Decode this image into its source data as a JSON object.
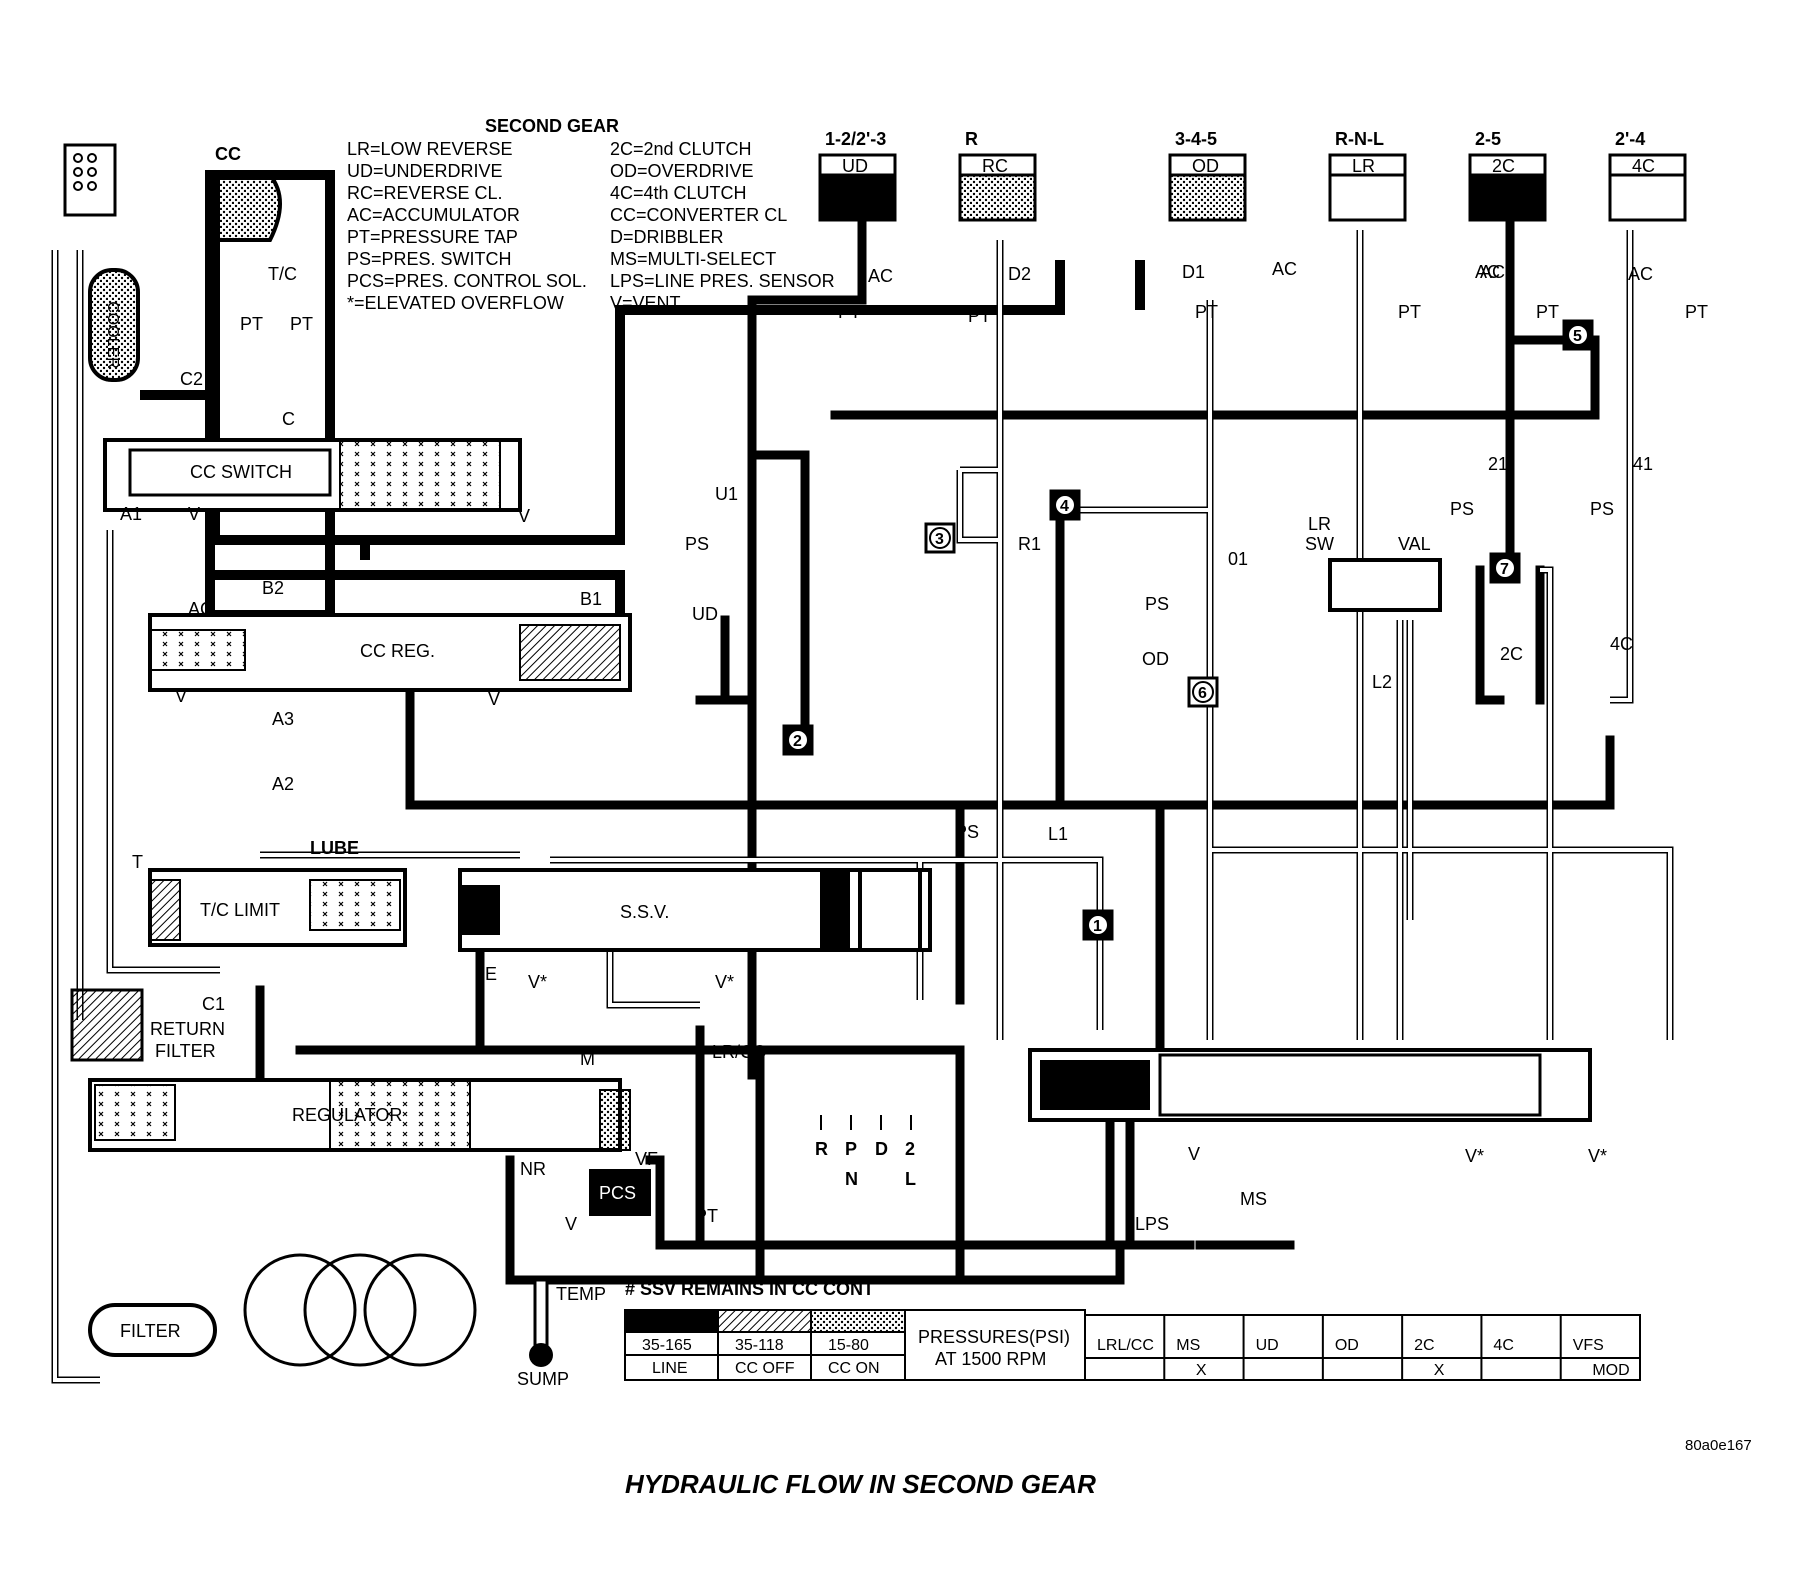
{
  "diagram": {
    "title": "HYDRAULIC FLOW IN SECOND GEAR",
    "image_code": "80a0e167",
    "gear_heading": "SECOND GEAR",
    "note": "# SSV REMAINS IN CC CONT",
    "legend_left": [
      "LR=LOW REVERSE",
      "UD=UNDERDRIVE",
      "RC=REVERSE CL.",
      "AC=ACCUMULATOR",
      "PT=PRESSURE TAP",
      "PS=PRES. SWITCH",
      "PCS=PRES. CONTROL SOL.",
      "*=ELEVATED OVERFLOW"
    ],
    "legend_right": [
      "2C=2nd CLUTCH",
      "OD=OVERDRIVE",
      "4C=4th CLUTCH",
      "CC=CONVERTER CL",
      "D=DRIBBLER",
      "MS=MULTI-SELECT",
      "LPS=LINE PRES. SENSOR",
      "V=VENT"
    ],
    "clutches": [
      {
        "gears": "1-2/2'-3",
        "name": "UD",
        "fill": "line"
      },
      {
        "gears": "R",
        "name": "RC",
        "fill": "cc-on"
      },
      {
        "gears": "3-4-5",
        "name": "OD",
        "fill": "cc-on"
      },
      {
        "gears": "R-N-L",
        "name": "LR",
        "fill": "none"
      },
      {
        "gears": "2-5",
        "name": "2C",
        "fill": "line"
      },
      {
        "gears": "2'-4",
        "name": "4C",
        "fill": "none"
      }
    ],
    "valve_labels": {
      "cc": "CC",
      "tc": "T/C",
      "cc_switch": "CC SWITCH",
      "cc_reg": "CC REG.",
      "tc_limit": "T/C LIMIT",
      "ssv": "S.S.V.",
      "regulator": "REGULATOR",
      "pcs": "PCS",
      "cooler": "COOLER",
      "return_filter": "RETURN\nFILTER",
      "return_filter_line1": "RETURN",
      "return_filter_line2": "FILTER",
      "filter": "FILTER",
      "lube": "LUBE",
      "temp": "TEMP",
      "sump": "SUMP",
      "lr_sw_line1": "LR",
      "lr_sw_line2": "SW",
      "val": "VAL"
    },
    "passage_labels": [
      "PT",
      "PT",
      "PT",
      "PT",
      "PT",
      "PT",
      "PT",
      "PT",
      "C2",
      "C",
      "A1",
      "V",
      "V",
      "B2",
      "B1",
      "AC",
      "V",
      "V",
      "A3",
      "A2",
      "T",
      "C1",
      "E",
      "V*",
      "V*",
      "M",
      "NR",
      "VF",
      "V",
      "PT",
      "U1",
      "PS",
      "UD",
      "R1",
      "01",
      "PS",
      "OD",
      "2C",
      "4C",
      "PS",
      "PS",
      "21",
      "41",
      "L2",
      "L1",
      "PS",
      "LR/CC",
      "MS",
      "LPS",
      "V",
      "V*",
      "V*",
      "D2",
      "D1",
      "AC",
      "AC",
      "AC",
      "AC",
      "AC"
    ],
    "check_balls": [
      "1",
      "2",
      "3",
      "4",
      "5",
      "6",
      "7"
    ],
    "shift_positions": {
      "top": [
        "R",
        "P",
        "D",
        "2"
      ],
      "bottom": [
        "N",
        "L"
      ]
    },
    "pressure_legend": [
      {
        "range": "35-165",
        "label": "LINE",
        "pattern": "line"
      },
      {
        "range": "35-118",
        "label": "CC OFF",
        "pattern": "cc-off"
      },
      {
        "range": "15-80",
        "label": "CC ON",
        "pattern": "cc-on"
      }
    ],
    "pressures_caption_line1": "PRESSURES(PSI)",
    "pressures_caption_line2": "AT 1500 RPM",
    "solenoid_table": {
      "headers": [
        "LRL/CC",
        "MS",
        "UD",
        "OD",
        "2C",
        "4C",
        "VFS"
      ],
      "values": [
        "",
        "X",
        "",
        "",
        "X",
        "",
        "MOD"
      ]
    },
    "colors": {
      "line": "#000000",
      "background": "#ffffff",
      "cc_off": "hatched",
      "cc_on": "dotted"
    }
  }
}
